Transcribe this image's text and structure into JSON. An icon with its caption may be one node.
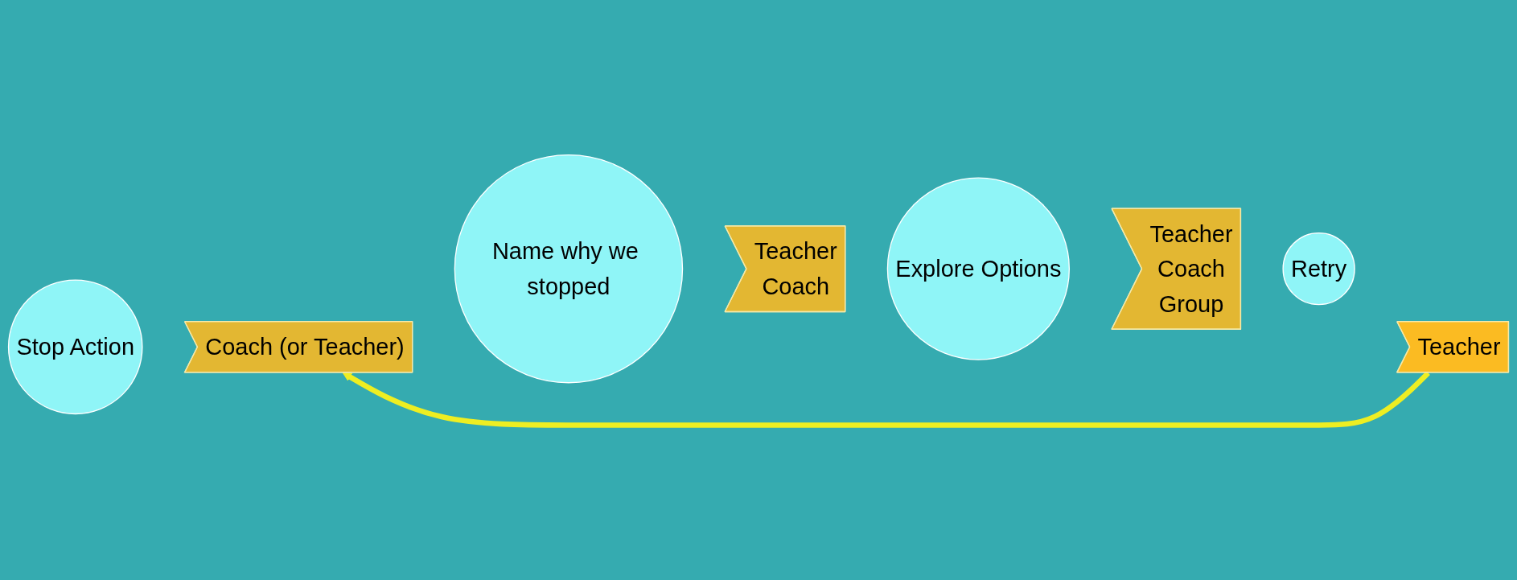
{
  "diagram": {
    "nodes": [
      {
        "text": [
          "Stop Action"
        ]
      },
      {
        "text": [
          "Coach (or Teacher)"
        ]
      },
      {
        "text": [
          "Name why we stopped"
        ]
      },
      {
        "text": [
          "Teacher",
          "Coach"
        ]
      },
      {
        "text": [
          "Explore Options"
        ]
      },
      {
        "text": [
          "Teacher",
          "Coach",
          "Group"
        ]
      },
      {
        "text": [
          "Retry"
        ]
      },
      {
        "text": [
          "Teacher"
        ]
      }
    ],
    "edges": [
      {
        "from": 7,
        "to": 1,
        "arrow": "to",
        "color": "#eeee22"
      }
    ]
  }
}
